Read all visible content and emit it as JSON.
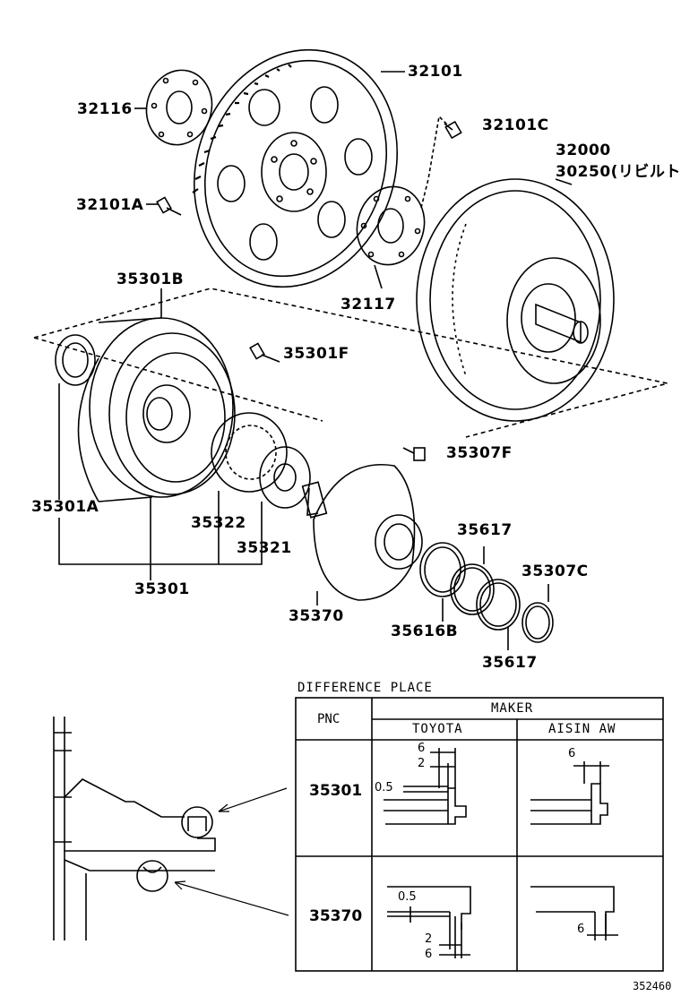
{
  "parts": {
    "p32101": "32101",
    "p32116": "32116",
    "p32101C": "32101C",
    "p32000": "32000",
    "p30250": "30250(リビルト)",
    "p32101A": "32101A",
    "p35301B": "35301B",
    "p32117": "32117",
    "p35301F": "35301F",
    "p35307F": "35307F",
    "p35301A": "35301A",
    "p35322": "35322",
    "p35617a": "35617",
    "p35321": "35321",
    "p35307C": "35307C",
    "p35301": "35301",
    "p35370": "35370",
    "p35616B": "35616B",
    "p35617b": "35617"
  },
  "table": {
    "title": "DIFFERENCE PLACE",
    "pnc_header": "PNC",
    "maker_header": "MAKER",
    "toyota": "TOYOTA",
    "aisin": "AISIN AW",
    "row1_pnc": "35301",
    "row2_pnc": "35370",
    "dims": {
      "r1_t_6": "6",
      "r1_t_2": "2",
      "r1_t_05": "0.5",
      "r1_a_6": "6",
      "r2_t_05": "0.5",
      "r2_t_2": "2",
      "r2_t_6": "6",
      "r2_a_6": "6"
    }
  },
  "footer": {
    "code": "352460"
  },
  "icons": [
    "flywheel",
    "drive-plate",
    "bolt",
    "torque-converter",
    "oil-pump",
    "gear",
    "seal-ring"
  ]
}
